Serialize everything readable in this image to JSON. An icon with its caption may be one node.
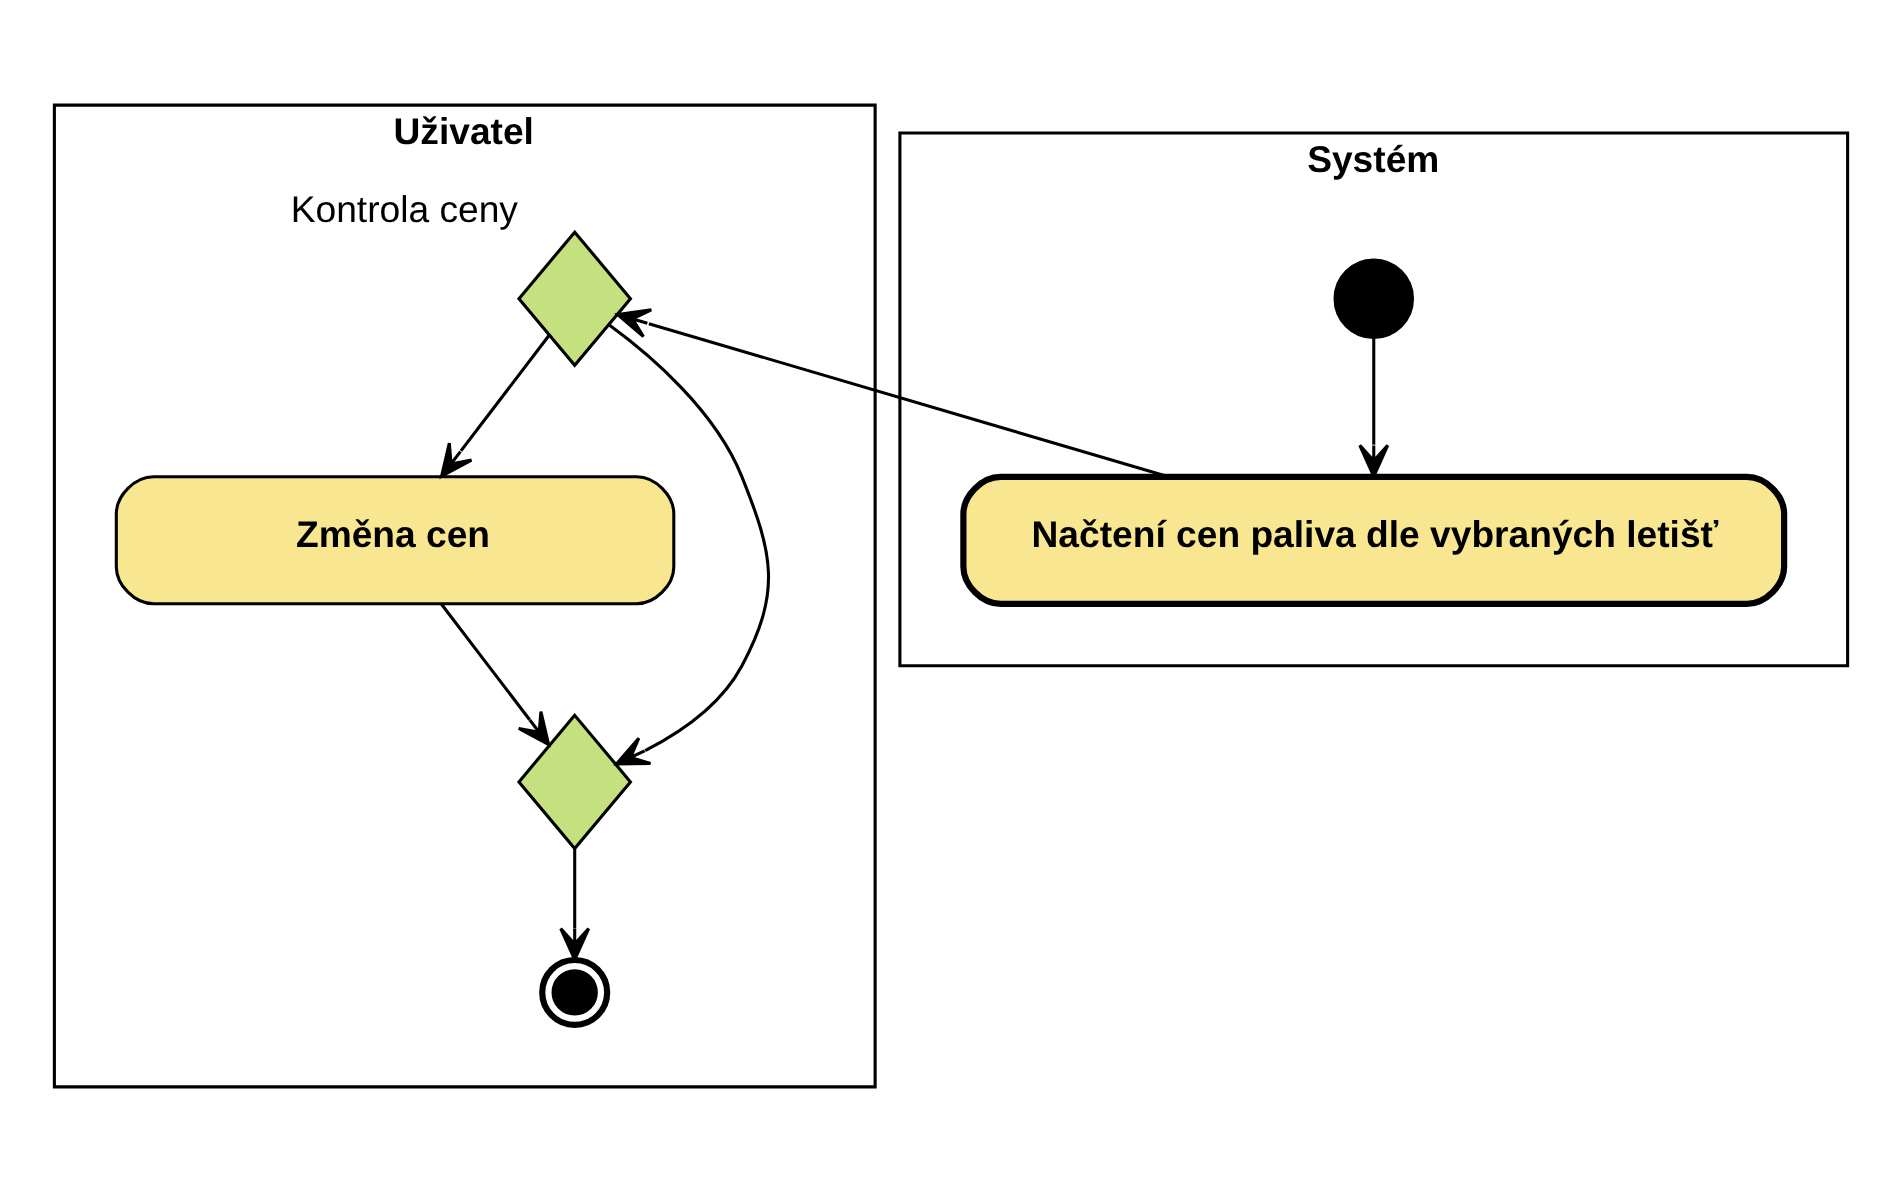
{
  "diagram": {
    "nodes": [
      {
        "text": [
          "Uživatel"
        ]
      },
      {
        "text": [
          "Systém"
        ]
      },
      {
        "text": [],
        "shape": "circle",
        "in": 1
      },
      {
        "text": [
          "Načtení cen paliva dle vybraných letišť"
        ],
        "in": 1
      },
      {
        "text": [],
        "shape": "diamond",
        "beside": [
          "Kontrola ceny"
        ],
        "in": 0
      },
      {
        "text": [
          "Změna cen"
        ],
        "in": 0
      },
      {
        "text": [],
        "shape": "diamond",
        "in": 0
      },
      {
        "text": [],
        "shape": "circle",
        "in": 0
      }
    ],
    "edges": [
      {
        "from": 2,
        "to": 3,
        "arrow": "to"
      },
      {
        "from": 3,
        "to": 4,
        "arrow": "to"
      },
      {
        "from": 4,
        "to": 5,
        "arrow": "to"
      },
      {
        "from": 4,
        "to": 6,
        "arrow": "to"
      },
      {
        "from": 5,
        "to": 6,
        "arrow": "to"
      },
      {
        "from": 6,
        "to": 7,
        "arrow": "to"
      }
    ]
  }
}
